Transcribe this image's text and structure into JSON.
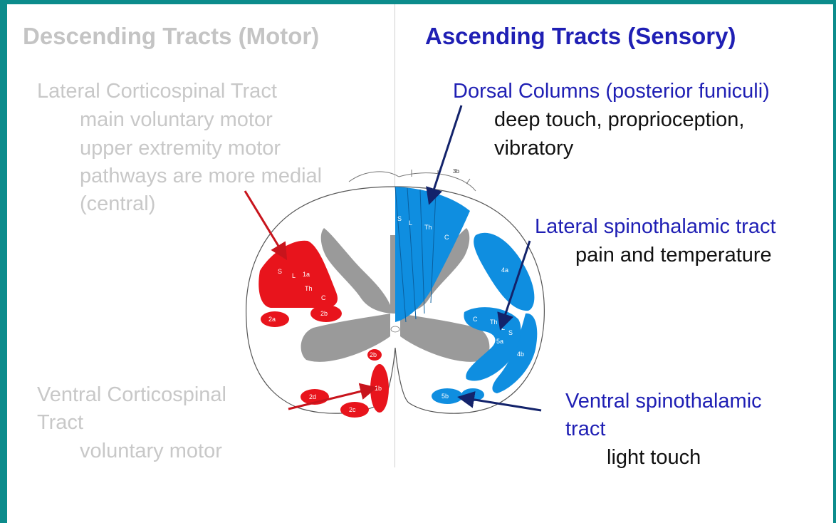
{
  "colors": {
    "frame": "#0c8c8c",
    "motor_red": "#e8141c",
    "sensory_blue": "#0f8ee0",
    "gray_matter": "#9a9a9a",
    "heading_blue": "#1f1fb4",
    "muted_gray": "#c4c4c4",
    "arrow_navy": "#13236b",
    "arrow_red": "#c8141c"
  },
  "descending": {
    "heading": "Descending Tracts (Motor)",
    "lateral": {
      "title": "Lateral Corticospinal Tract",
      "lines": [
        "main voluntary motor",
        "upper extremity motor",
        "pathways are more medial",
        "(central)"
      ]
    },
    "ventral": {
      "title_line1": "Ventral Corticospinal",
      "title_line2": "Tract",
      "desc": "voluntary motor"
    }
  },
  "ascending": {
    "heading": "Ascending Tracts (Sensory)",
    "dorsal": {
      "title": "Dorsal Columns (posterior funiculi)",
      "lines": [
        "deep touch, proprioception,",
        "vibratory"
      ]
    },
    "lateral_st": {
      "title": "Lateral spinothalamic tract",
      "desc": "pain and temperature"
    },
    "ventral_st": {
      "title_line1": "Ventral spinothalamic",
      "title_line2": "tract",
      "desc": "light touch"
    }
  },
  "diagram_labels": {
    "dorsal_segments": [
      "S",
      "L",
      "Th",
      "C"
    ],
    "dorsal_top": "3b",
    "lateral_cs": [
      "S",
      "L",
      "1a",
      "Th",
      "C"
    ],
    "red_tracts": [
      "2a",
      "2b",
      "2b",
      "2d",
      "2c",
      "1b"
    ],
    "blue_tracts": [
      "4a",
      "4b",
      "5a",
      "5b"
    ],
    "lateral_st_segments": [
      "C",
      "Th",
      "L",
      "S"
    ]
  }
}
